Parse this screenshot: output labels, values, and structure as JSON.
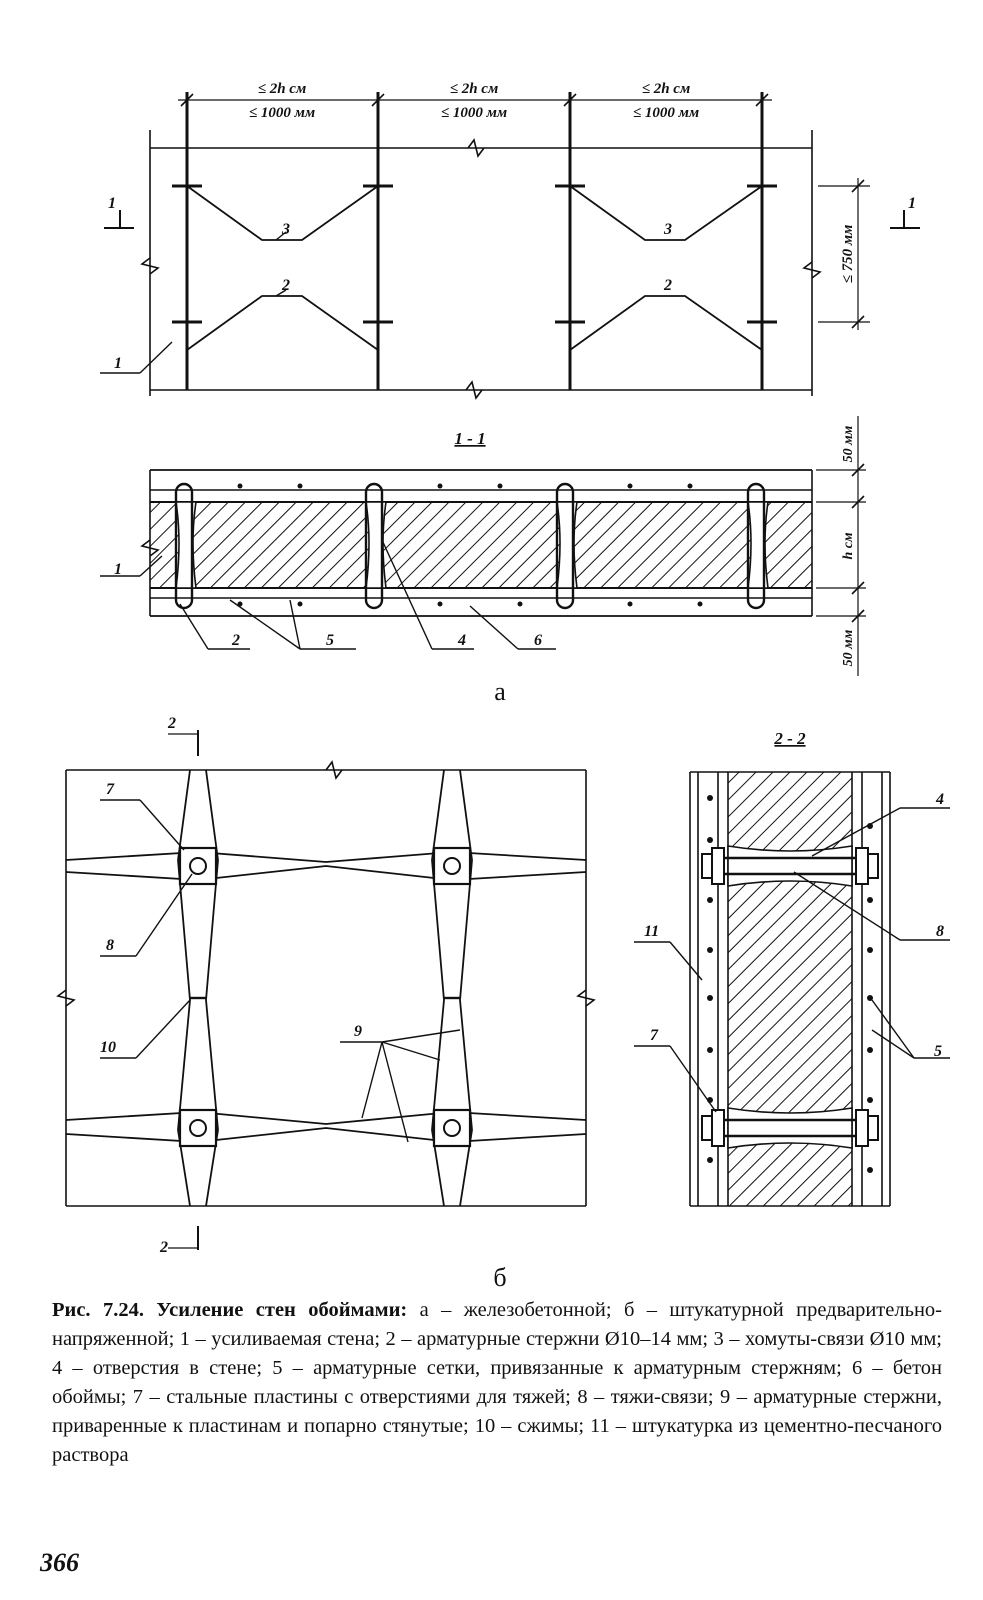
{
  "figure_a": {
    "dim_2h": "≤ 2h см",
    "dim_1000": "≤ 1000 мм",
    "dim_750": "≤ 750 мм",
    "section_mark": "1",
    "labels": {
      "n1": "1",
      "n2": "2",
      "n3": "3",
      "n4": "4",
      "n5": "5",
      "n6": "6"
    },
    "section_title": "1 - 1",
    "dim_50": "50 мм",
    "dim_h": "h см",
    "sublabel": "а"
  },
  "figure_b": {
    "section_mark": "2",
    "section_title": "2 - 2",
    "labels": {
      "n4": "4",
      "n5": "5",
      "n7": "7",
      "n8": "8",
      "n9": "9",
      "n10": "10",
      "n11": "11"
    },
    "sublabel": "б"
  },
  "caption": {
    "title": "Рис. 7.24. Усиление стен обоймами:",
    "text": " а – железобетонной; б – штукатурной предварительно-напряженной; 1 – усиливаемая стена; 2 – арматурные стержни Ø10–14 мм; 3 – хомуты-связи Ø10 мм; 4 – отверстия в стене; 5 – арматурные сетки, привязанные к арматурным стержням; 6 – бетон обоймы; 7 – стальные пластины с отверстиями для тяжей; 8 – тяжи-связи; 9 – арматурные стержни, приваренные к пластинам и попарно стянутые; 10 – сжимы; 11 – штукатурка из цементно-песчаного раствора"
  },
  "page_number": "366"
}
